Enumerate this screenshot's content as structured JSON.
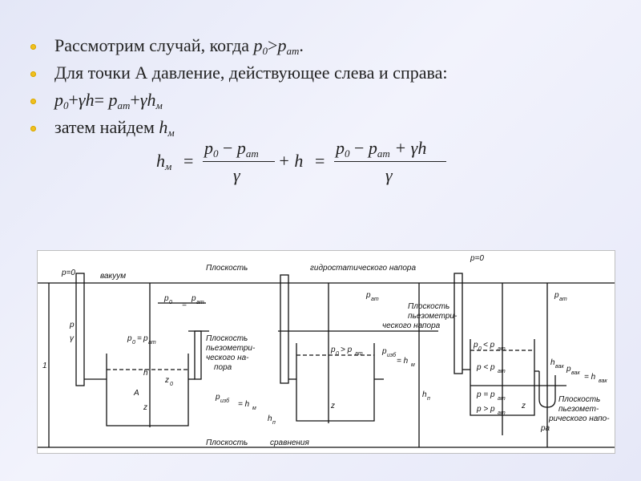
{
  "bullets": [
    {
      "text": "Рассмотрим случай, когда ",
      "p0": "p",
      "p0_sub": "0",
      "gt": ">",
      "pat": "p",
      "pat_sub": "ат",
      "tail": "."
    },
    {
      "text": "Для точки А давление, действующее слева и справа:"
    },
    {
      "f_p": "p",
      "f_p_sub": "0",
      "f_plus1": "+",
      "f_gamma": "γ",
      "f_h": "h",
      "f_eq": "= ",
      "f_pat": "p",
      "f_pat_sub": "ат",
      "f_plus2": "+",
      "f_gamma2": "γ",
      "f_hm": "h",
      "f_hm_sub": "м"
    },
    {
      "text": "затем найдем ",
      "h": "h",
      "h_sub": "м"
    }
  ],
  "formula": {
    "lhs": "h",
    "lhs_sub": "м",
    "eq1": "=",
    "num1": "p",
    "num1_sub": "0",
    "num1_minus": "−",
    "num1_p": "p",
    "num1_p_sub": "ат",
    "den1": "γ",
    "plus": "+ h",
    "eq2": "=",
    "num2": "p",
    "num2_sub": "0",
    "num2_minus": "−",
    "num2_p": "p",
    "num2_p_sub": "ат",
    "num2_plus": "+ γh",
    "den2": "γ"
  },
  "figure": {
    "labels": {
      "p_zero_left": "p=0",
      "vacuum": "вакуум",
      "plane_hydro": "Плоскость",
      "plane_hydro2": "гидростатического напора",
      "p_zero_right": "p=0",
      "p_gamma": "p",
      "gamma": "γ",
      "p0_frac": "p",
      "p0_frac_sub": "0",
      "eq": "=",
      "pat_frac": "p",
      "pat_frac_sub": "ат",
      "pz_pat": "p",
      "pz_pat_sub": "0",
      "pz_eq": "=",
      "pz_pat2": "p",
      "pz_pat2_sub": "ат",
      "piezo_plane": "Плоскость",
      "piezo_plane2": "пьезометри-",
      "piezo_plane3": "ческого на-",
      "piezo_plane4": "пора",
      "h_lbl": "h",
      "z_lbl": "z",
      "z0_lbl": "z",
      "z0_sub": "0",
      "A_lbl": "A",
      "p_izb": "p",
      "p_izb_sub": "изб",
      "p_izb_eq": "= h",
      "p_izb_eq_sub": "м",
      "hn_lbl": "h",
      "hn_sub": "п",
      "plane_compare": "Плоскость",
      "plane_compare2": "сравнения",
      "mid_p0_gt": "p",
      "mid_p0_gt_sub": "0",
      "mid_gt": "> p",
      "mid_gt_sub": "ат",
      "mid_pat": "p",
      "mid_pat_sub": "ат",
      "mid_piezo": "Плоскость",
      "mid_piezo2": "пьезометри-",
      "mid_piezo3": "ческого напора",
      "mid_izb": "p",
      "mid_izb_sub": "изб",
      "mid_hm": "= h",
      "mid_hm_sub": "м",
      "mid_hn": "h",
      "mid_hn_sub": "п",
      "mid_z": "z",
      "right_p0_lt": "p",
      "right_p0_lt_sub": "0",
      "right_lt": "< p",
      "right_lt_sub": "ат",
      "right_pat": "p",
      "right_pat_sub": "ат",
      "right_p_lt": "p < p",
      "right_p_lt_sub": "ат",
      "right_p_eq": "p = p",
      "right_p_eq_sub": "ат",
      "right_p_gt": "p > p",
      "right_p_gt_sub": "ат",
      "right_pvak": "p",
      "right_pvak_sub": "вак",
      "right_hvak": "= h",
      "right_hvak_sub": "вак",
      "right_piezo": "Плоскость",
      "right_piezo2": "пьезомет-",
      "right_piezo3": "рического напо-",
      "right_piezo4": "ра",
      "right_z": "z",
      "right_hvak_lbl": "h",
      "right_hvak_lbl_sub": "вак",
      "one": "1"
    }
  }
}
